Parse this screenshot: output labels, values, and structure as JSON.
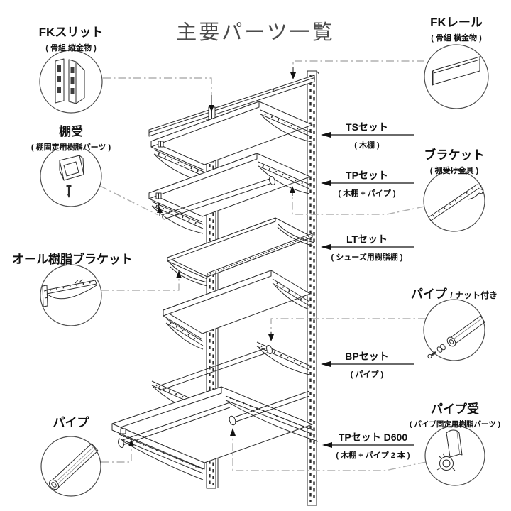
{
  "title": "主要パーツ一覧",
  "colors": {
    "line": "#2b2b2b",
    "leader": "#b0b0b0",
    "title_text": "#4a4a4a",
    "label_text": "#111111",
    "background": "#ffffff"
  },
  "callouts": {
    "fk_slit": {
      "label": "FKスリット",
      "sub": "( 骨組 縦金物 )",
      "icon": "slotted-upright-icon"
    },
    "fk_rail": {
      "label": "FKレール",
      "sub": "( 骨組 横金物 )",
      "icon": "horizontal-rail-icon"
    },
    "tanauke": {
      "label": "棚受",
      "sub": "( 棚固定用樹脂パーツ )",
      "icon": "shelf-clamp-icon"
    },
    "bracket": {
      "label": "ブラケット",
      "sub": "( 棚受け金具 )",
      "icon": "slotted-bracket-arm-icon"
    },
    "all_resin_bracket": {
      "label": "オール樹脂ブラケット",
      "icon": "resin-bracket-arm-icon"
    },
    "pipe_nut": {
      "label": "パイプ",
      "sub": "/ ナット付き",
      "icon": "pipe-with-nut-icon"
    },
    "pipe": {
      "label": "パイプ",
      "icon": "pipe-icon"
    },
    "pipe_holder": {
      "label": "パイプ受",
      "sub": "( パイプ固定用樹脂パーツ )",
      "icon": "pipe-holder-icon"
    }
  },
  "sets": [
    {
      "id": "ts",
      "label": "TSセット",
      "sub": "( 木棚 )"
    },
    {
      "id": "tp",
      "label": "TPセット",
      "sub": "( 木棚 + パイプ )"
    },
    {
      "id": "lt",
      "label": "LTセット",
      "sub": "( シューズ用樹脂棚 )"
    },
    {
      "id": "bp",
      "label": "BPセット",
      "sub": "( パイプ )"
    },
    {
      "id": "tp_d600",
      "label": "TPセット D600",
      "sub": "( 木棚 + パイプ 2 本 )"
    }
  ]
}
